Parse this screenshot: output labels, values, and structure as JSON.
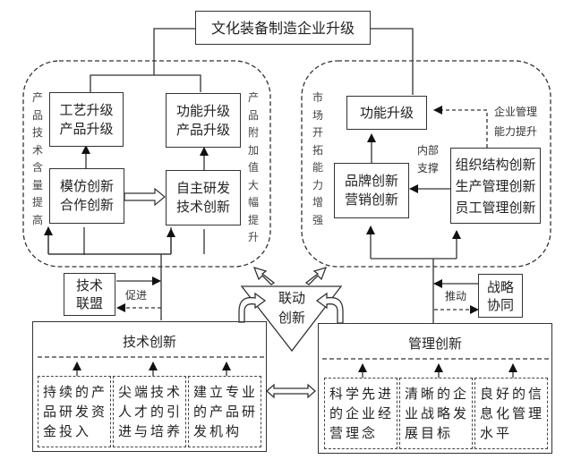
{
  "title": "文化装备制造企业升级",
  "left_region": {
    "left_vertical_label": "产品技术含量提高",
    "right_vertical_label": "产品附加值大幅提升",
    "upgrade_box_1": [
      "工艺升级",
      "产品升级"
    ],
    "upgrade_box_2": [
      "功能升级",
      "产品升级"
    ],
    "innovation_box_1": [
      "模仿创新",
      "合作创新"
    ],
    "innovation_box_2": [
      "自主研发",
      "技术创新"
    ]
  },
  "right_region": {
    "vertical_label": "市场开拓能力增强",
    "function_box": "功能升级",
    "brand_box": [
      "品牌创新",
      "营销创新"
    ],
    "org_box": [
      "组织结构创新",
      "生产管理创新",
      "员工管理创新"
    ],
    "internal_support_label": [
      "内部",
      "支撑"
    ],
    "mgmt_capability_label": [
      "企业管理",
      "能力提升"
    ]
  },
  "tech_alliance": {
    "box": [
      "技术",
      "联盟"
    ],
    "arrow_label": "促进"
  },
  "strategic_synergy": {
    "box": [
      "战略",
      "协同"
    ],
    "arrow_label": "推动"
  },
  "linkage": [
    "联动",
    "创新"
  ],
  "tech_innovation": {
    "title": "技术创新",
    "items": [
      "持续的产品研发资金投入",
      "尖端技术人才的引进与培养",
      "建立专业的产品研发机构"
    ]
  },
  "mgmt_innovation": {
    "title": "管理创新",
    "items": [
      "科学先进的企业经营理念",
      "清晰的企业战略发展目标",
      "良好的信息化管理水平"
    ]
  }
}
